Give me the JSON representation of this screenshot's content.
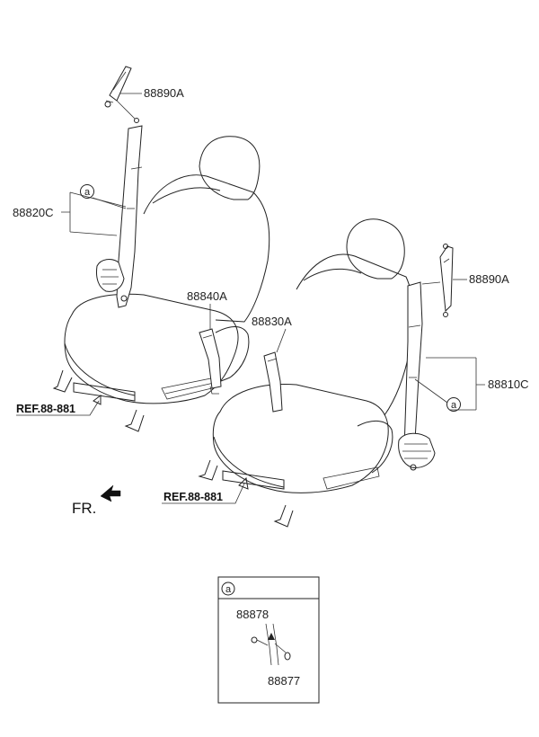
{
  "parts": {
    "p88890a_left": "88890A",
    "p88820c": "88820C",
    "p88840a": "88840A",
    "p88830a": "88830A",
    "p88890a_right": "88890A",
    "p88810c": "88810C",
    "p88878": "88878",
    "p88877": "88877"
  },
  "refs": {
    "ref_left": "REF.88-881",
    "ref_right": "REF.88-881"
  },
  "direction": {
    "front": "FR."
  },
  "callouts": {
    "left_callout": "a",
    "right_callout": "a",
    "detail_callout": "a"
  }
}
